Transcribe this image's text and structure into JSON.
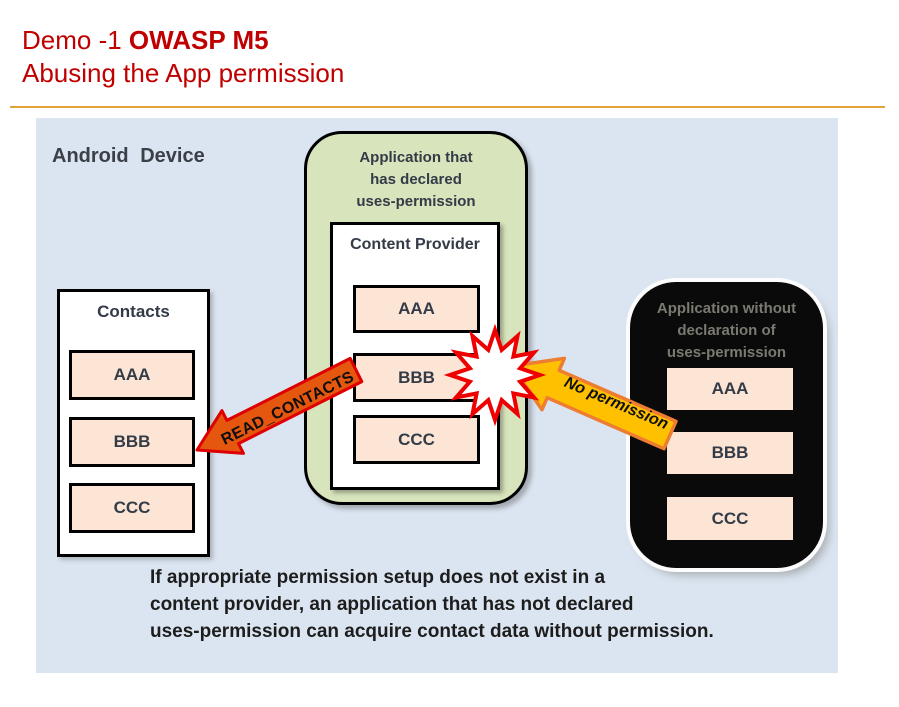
{
  "header": {
    "title_prefix": "Demo -1 ",
    "title_emphasis": "OWASP M5",
    "subtitle": "Abusing the App permission"
  },
  "panel": {
    "device_label": "Android Device"
  },
  "contacts": {
    "title": "Contacts",
    "cells": [
      "AAA",
      "BBB",
      "CCC"
    ]
  },
  "declared_app": {
    "title_lines": [
      "Application that",
      "has declared",
      "uses-permission"
    ],
    "provider": {
      "title": "Content Provider",
      "cells": [
        "AAA",
        "BBB",
        "CCC"
      ]
    }
  },
  "undeclared_app": {
    "title_lines": [
      "Application without",
      "declaration of",
      "uses-permission"
    ],
    "cells": [
      "AAA",
      "BBB",
      "CCC"
    ]
  },
  "arrows": {
    "read_contacts": "READ_CONTACTS",
    "no_permission": "No permission"
  },
  "caption_lines": [
    "If appropriate permission setup does not exist in a",
    "content provider, an application that has not declared",
    "uses-permission can acquire contact data without permission."
  ],
  "colors": {
    "title_red": "#C00000",
    "divider_gold": "#E2A33D",
    "panel_blue": "#DBE5F1",
    "app_green": "#D7E4BC",
    "cell_peach": "#FCE5D5",
    "arrow_red_fill": "#E5560E",
    "arrow_red_stroke": "#DE0000",
    "arrow_gold_fill": "#FFC000",
    "arrow_gold_stroke": "#ED7D31",
    "burst_fill": "#FFFFFF",
    "burst_stroke": "#EE0000"
  }
}
